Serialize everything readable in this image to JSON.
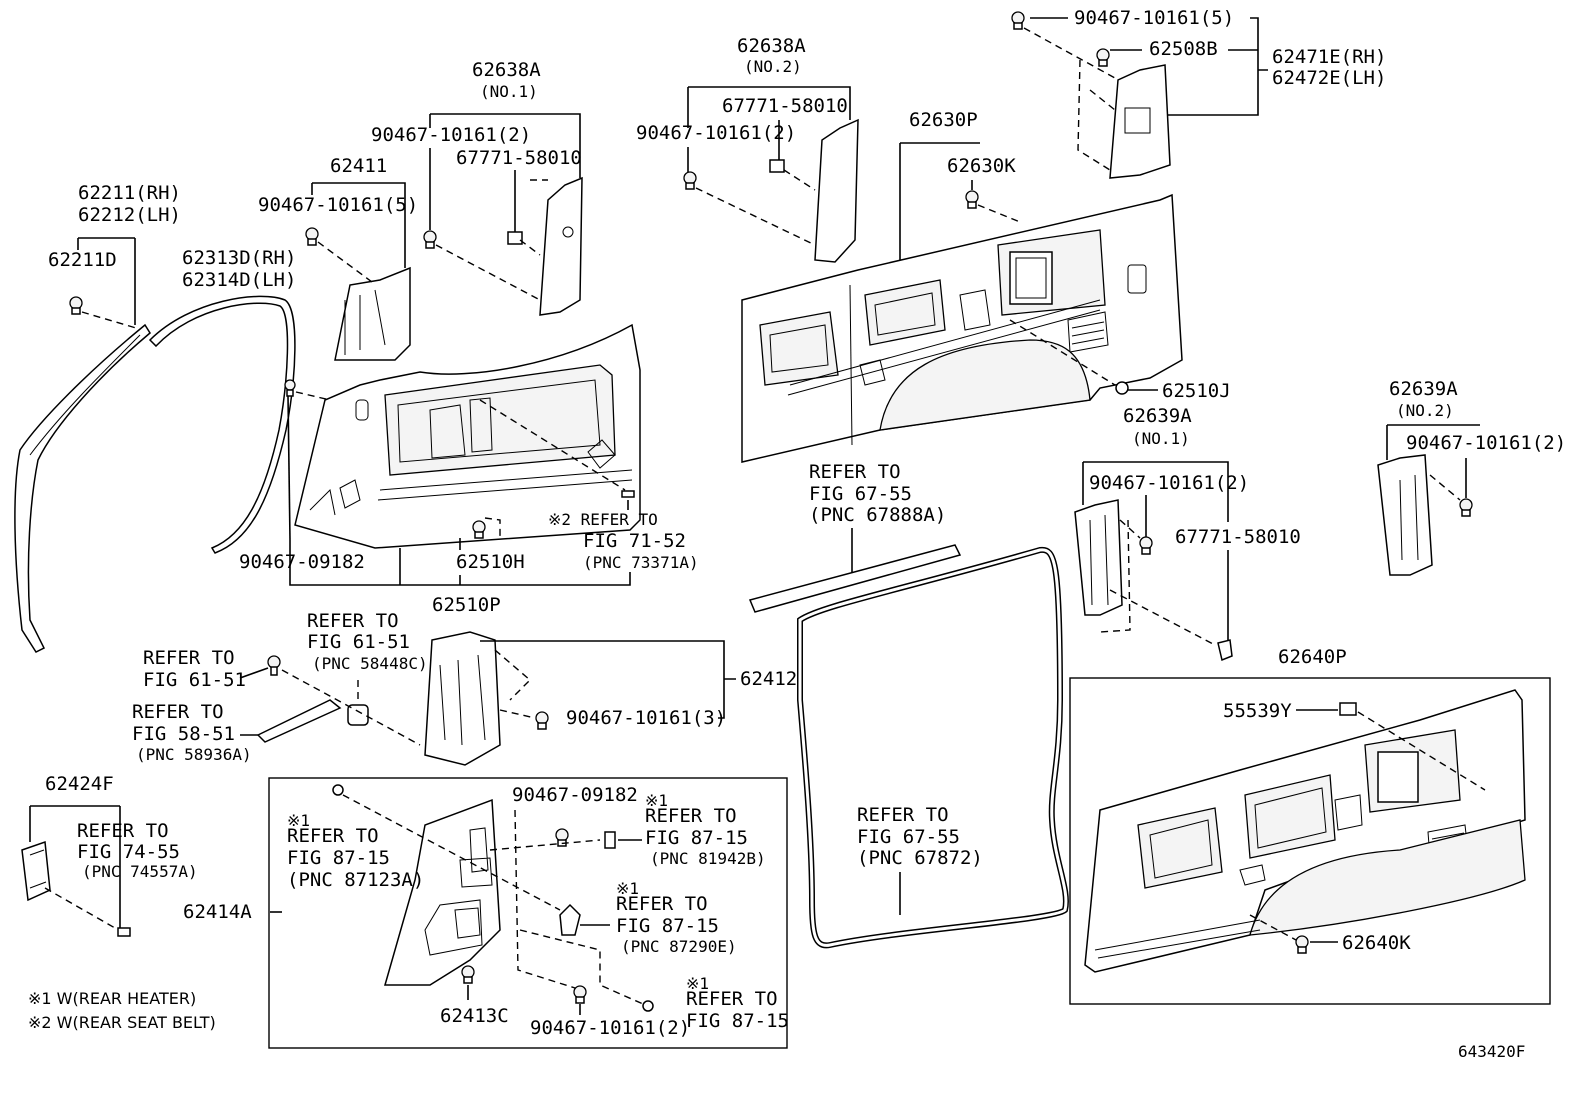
{
  "labels": {
    "l90467_10161_5_top": "90467-10161(5)",
    "l62508B": "62508B",
    "l62471E": "62471E(RH)",
    "l62472E": "62472E(LH)",
    "l62638A_no2": "62638A",
    "l62638A_no2_sub": "(NO.2)",
    "l67771_58010_a": "67771-58010",
    "l90467_10161_2_a": "90467-10161(2)",
    "l62630P": "62630P",
    "l62630K": "62630K",
    "l62638A_no1": "62638A",
    "l62638A_no1_sub": "(NO.1)",
    "l90467_10161_2_b": "90467-10161(2)",
    "l67771_58010_b": "67771-58010",
    "l62411": "62411",
    "l90467_10161_5_b": "90467-10161(5)",
    "l62211": "62211(RH)",
    "l62212": "62212(LH)",
    "l62211D": "62211D",
    "l62313D": "62313D(RH)",
    "l62314D": "62314D(LH)",
    "l62510J": "62510J",
    "l62639A_no2": "62639A",
    "l62639A_no2_sub": "(NO.2)",
    "l90467_10161_2_c": "90467-10161(2)",
    "l62639A_no1": "62639A",
    "l62639A_no1_sub": "(NO.1)",
    "l90467_10161_2_d": "90467-10161(2)",
    "l67771_58010_c": "67771-58010",
    "l_refer_67_55_a1": "REFER TO",
    "l_refer_67_55_a2": "FIG 67-55",
    "l_refer_67_55_a3": "(PNC 67888A)",
    "l_refer_71_52_1": "※2 REFER TO",
    "l_refer_71_52_2": "FIG 71-52",
    "l_refer_71_52_3": "(PNC 73371A)",
    "l90467_09182_a": "90467-09182",
    "l62510H": "62510H",
    "l62510P": "62510P",
    "l_refer_61_51_a1": "REFER TO",
    "l_refer_61_51_a2": "FIG 61-51",
    "l_refer_61_51_a3": "(PNC 58448C)",
    "l_refer_61_51_b1": "REFER TO",
    "l_refer_61_51_b2": "FIG 61-51",
    "l_refer_58_51_1": "REFER TO",
    "l_refer_58_51_2": "FIG 58-51",
    "l_refer_58_51_3": "(PNC 58936A)",
    "l62412": "62412",
    "l90467_10161_3": "90467-10161(3)",
    "l62640P": "62640P",
    "l55539Y": "55539Y",
    "l62640K": "62640K",
    "l62424F": "62424F",
    "l_refer_74_55_1": "REFER TO",
    "l_refer_74_55_2": "FIG 74-55",
    "l_refer_74_55_3": "(PNC 74557A)",
    "l_refer_87_15_a0": "※1",
    "l_refer_87_15_a1": "REFER TO",
    "l_refer_87_15_a2": "FIG 87-15",
    "l_refer_87_15_a3": "(PNC 87123A)",
    "l62414A": "62414A",
    "l90467_09182_b": "90467-09182",
    "l_refer_87_15_b0": "※1",
    "l_refer_87_15_b1": "REFER TO",
    "l_refer_87_15_b2": "FIG 87-15",
    "l_refer_87_15_b3": "(PNC 81942B)",
    "l_refer_87_15_c0": "※1",
    "l_refer_87_15_c1": "REFER TO",
    "l_refer_87_15_c2": "FIG 87-15",
    "l_refer_87_15_c3": "(PNC 87290E)",
    "l_refer_87_15_d0": "※1",
    "l_refer_87_15_d1": "REFER TO",
    "l_refer_87_15_d2": "FIG 87-15",
    "l62413C": "62413C",
    "l90467_10161_2_e": "90467-10161(2)",
    "l_refer_67_55_b1": "REFER TO",
    "l_refer_67_55_b2": "FIG 67-55",
    "l_refer_67_55_b3": "(PNC 67872)",
    "note1": "※1 W(REAR HEATER)",
    "note2": "※2 W(REAR SEAT BELT)",
    "figure_id": "643420F"
  }
}
